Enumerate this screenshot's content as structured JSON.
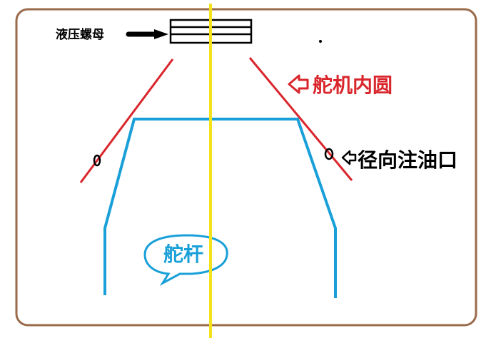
{
  "labels": {
    "hydraulic_nut": "液压螺母",
    "tiller_bore": "舵机内圆",
    "radial_oil_port": "径向注油口",
    "rudder_stock": "舵杆"
  },
  "colors": {
    "frame": "#9a6a4a",
    "axis": "#f4e21a",
    "bore": "#d9262c",
    "stock": "#1aa0d8",
    "ink": "#000000"
  }
}
